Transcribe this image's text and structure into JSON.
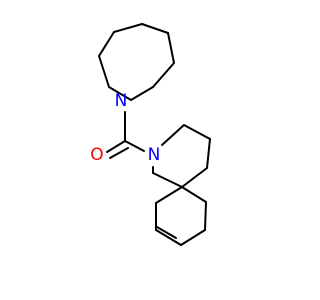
{
  "molecule": {
    "atoms": [
      {
        "id": "N1",
        "symbol": "N",
        "color": "#0000ff"
      },
      {
        "id": "O1",
        "symbol": "O",
        "color": "#ff0000"
      },
      {
        "id": "N2",
        "symbol": "N",
        "color": "#0000ff"
      }
    ]
  }
}
